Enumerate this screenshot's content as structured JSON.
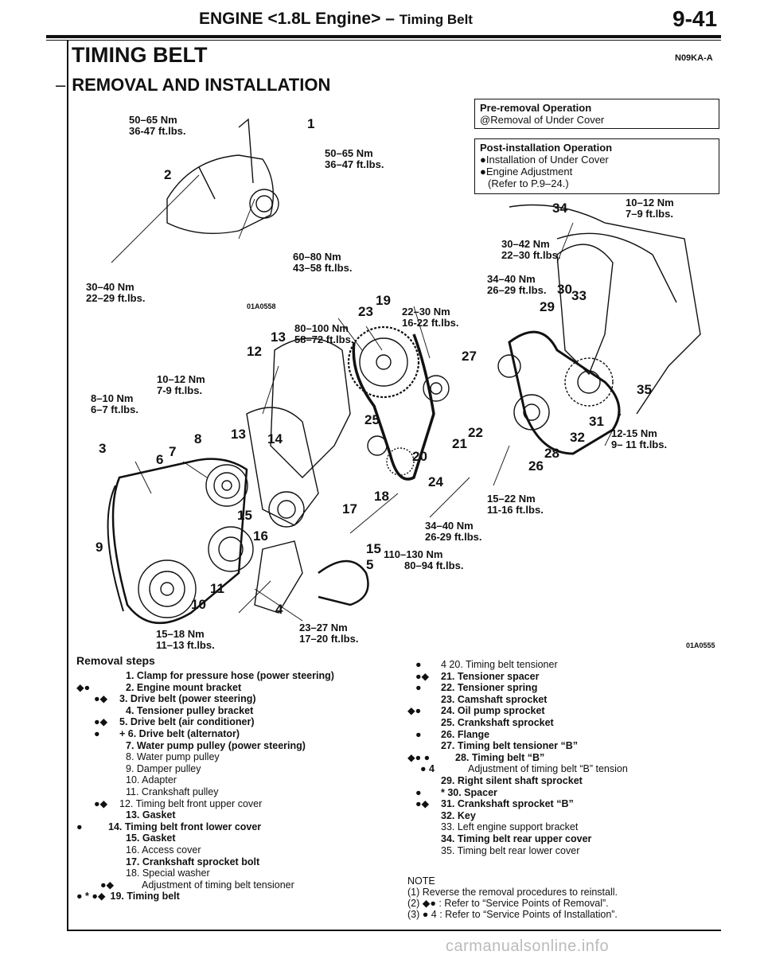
{
  "header": {
    "title_main": "ENGINE <1.8L Engine> –",
    "title_sub": "Timing Belt",
    "page": "9-41"
  },
  "section": {
    "title": "TIMING BELT",
    "subtitle": "REMOVAL AND INSTALLATION",
    "code": "N09KA-A"
  },
  "pre_removal": {
    "title": "Pre-removal Operation",
    "lines": [
      "@Removal of Under Cover"
    ]
  },
  "post_installation": {
    "title": "Post-installation Operation",
    "lines": [
      "●Installation of Under Cover",
      "●Engine Adjustment",
      "(Refer to P.9–24.)"
    ]
  },
  "figure": {
    "code_left": "01A0558",
    "code_right": "01A0555",
    "torques": [
      {
        "nm": "50–65 Nm",
        "ft": "36-47 ft.lbs."
      },
      {
        "nm": "50–65 Nm",
        "ft": "36–47 ft.lbs."
      },
      {
        "nm": "60–80 Nm",
        "ft": "43–58 ft.lbs."
      },
      {
        "nm": "30–40 Nm",
        "ft": "22–29 ft.lbs."
      },
      {
        "nm": "10–12 Nm",
        "ft": "7–9 ft.lbs."
      },
      {
        "nm": "30–42 Nm",
        "ft": "22–30 ft.lbs."
      },
      {
        "nm": "34–40 Nm",
        "ft": "26–29 ft.lbs."
      },
      {
        "nm": "22–30 Nm",
        "ft": "16-22 ft.lbs."
      },
      {
        "nm": "80–100 Nm",
        "ft": "58–72 ft.lbs."
      },
      {
        "nm": "10–12 Nm",
        "ft": "7-9 ft.lbs."
      },
      {
        "nm": "8–10 Nm",
        "ft": "6–7 ft.lbs."
      },
      {
        "nm": "12-15 Nm",
        "ft": "9– 11 ft.lbs."
      },
      {
        "nm": "15–22 Nm",
        "ft": "11-16 ft.lbs."
      },
      {
        "nm": "34–40 Nm",
        "ft": "26-29 ft.lbs."
      },
      {
        "nm": "110–130 Nm",
        "ft": "80–94 ft.lbs."
      },
      {
        "nm": "15–18 Nm",
        "ft": "11–13 ft.lbs."
      },
      {
        "nm": "23–27 Nm",
        "ft": "17–20 ft.lbs."
      }
    ],
    "callouts": [
      "1",
      "2",
      "34",
      "30",
      "29",
      "33",
      "19",
      "23",
      "13",
      "12",
      "27",
      "35",
      "31",
      "32",
      "25",
      "22",
      "21",
      "20",
      "28",
      "26",
      "24",
      "18",
      "17",
      "15",
      "16",
      "15",
      "5",
      "3",
      "6",
      "7",
      "8",
      "13",
      "14",
      "9",
      "11",
      "10",
      "4"
    ]
  },
  "removal_steps": {
    "title": "Removal steps",
    "left": [
      {
        "mark": "",
        "text": "1. Clamp for pressure hose (power steering)"
      },
      {
        "mark": "◆●",
        "text": "2. Engine mount bracket"
      },
      {
        "mark": "●◆",
        "text": "3. Drive belt (power steering)"
      },
      {
        "mark": "",
        "text": "4. Tensioner pulley bracket"
      },
      {
        "mark": "●◆",
        "text": "5. Drive belt (air conditioner)"
      },
      {
        "mark": "●",
        "text": "+ 6. Drive belt (alternator)"
      },
      {
        "mark": "",
        "text": "7. Water pump pulley (power steering)"
      },
      {
        "mark": "",
        "text": "8. Water pump pulley"
      },
      {
        "mark": "",
        "text": "9. Damper pulley"
      },
      {
        "mark": "",
        "text": "10. Adapter"
      },
      {
        "mark": "",
        "text": "11. Crankshaft pulley"
      },
      {
        "mark": "●◆",
        "text": "12. Timing belt front upper cover"
      },
      {
        "mark": "",
        "text": "13. Gasket"
      },
      {
        "mark": "●",
        "text": "14. Timing belt front lower cover"
      },
      {
        "mark": "",
        "text": "15. Gasket"
      },
      {
        "mark": "",
        "text": "16. Access cover"
      },
      {
        "mark": "",
        "text": "17. Crankshaft sprocket bolt"
      },
      {
        "mark": "",
        "text": "18. Special washer"
      },
      {
        "mark": "●◆",
        "text": "Adjustment of timing belt tensioner"
      },
      {
        "mark": "● * ●◆",
        "text": "19. Timing belt"
      }
    ],
    "right": [
      {
        "mark": "●",
        "text": "4 20. Timing belt tensioner"
      },
      {
        "mark": "●◆",
        "text": "21. Tensioner spacer"
      },
      {
        "mark": "●",
        "text": "22. Tensioner spring"
      },
      {
        "mark": "",
        "text": "23. Camshaft sprocket"
      },
      {
        "mark": "◆●",
        "text": "24. Oil pump sprocket"
      },
      {
        "mark": "",
        "text": "25. Crankshaft sprocket"
      },
      {
        "mark": "●",
        "text": "26. Flange"
      },
      {
        "mark": "",
        "text": "27. Timing belt tensioner “B”"
      },
      {
        "mark": "◆● ●",
        "text": "28. Timing belt “B”"
      },
      {
        "mark": "● 4",
        "text": "Adjustment of timing belt “B” tension"
      },
      {
        "mark": "",
        "text": "29. Right silent shaft sprocket"
      },
      {
        "mark": "●",
        "text": "* 30. Spacer"
      },
      {
        "mark": "●◆",
        "text": "31. Crankshaft sprocket “B”"
      },
      {
        "mark": "",
        "text": "32. Key"
      },
      {
        "mark": "",
        "text": "33. Left engine support bracket"
      },
      {
        "mark": "",
        "text": "34. Timing belt rear upper cover"
      },
      {
        "mark": "",
        "text": "35. Timing belt rear lower cover"
      }
    ]
  },
  "note": {
    "title": "NOTE",
    "lines": [
      "(1) Reverse the removal procedures to reinstall.",
      "(2) ◆● : Refer to “Service Points of Removal”.",
      "(3) ● 4 : Refer to “Service Points of Installation”."
    ]
  },
  "watermark": "carmanualsonline.info"
}
